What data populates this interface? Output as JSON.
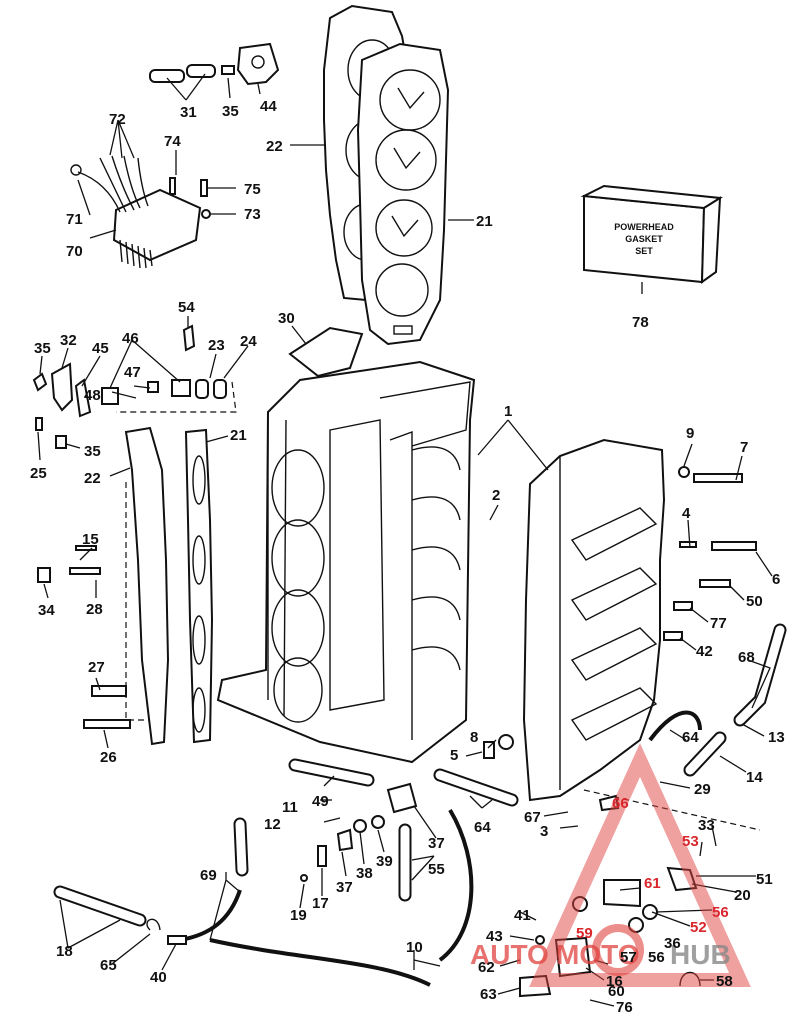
{
  "gasket_set_box": {
    "line1": "POWERHEAD",
    "line2": "GASKET",
    "line3": "SET"
  },
  "watermark": {
    "part1": "AUTO",
    "part2": "MOTO",
    "part3": "HUB"
  },
  "callouts": [
    {
      "id": "1",
      "text": "1"
    },
    {
      "id": "2",
      "text": "2"
    },
    {
      "id": "3",
      "text": "3"
    },
    {
      "id": "4",
      "text": "4"
    },
    {
      "id": "5",
      "text": "5"
    },
    {
      "id": "6",
      "text": "6"
    },
    {
      "id": "7",
      "text": "7"
    },
    {
      "id": "8",
      "text": "8"
    },
    {
      "id": "9",
      "text": "9"
    },
    {
      "id": "10",
      "text": "10"
    },
    {
      "id": "11",
      "text": "11"
    },
    {
      "id": "12",
      "text": "12"
    },
    {
      "id": "13",
      "text": "13"
    },
    {
      "id": "14",
      "text": "14"
    },
    {
      "id": "15",
      "text": "15"
    },
    {
      "id": "16",
      "text": "16"
    },
    {
      "id": "17",
      "text": "17"
    },
    {
      "id": "18",
      "text": "18"
    },
    {
      "id": "19",
      "text": "19"
    },
    {
      "id": "20",
      "text": "20"
    },
    {
      "id": "21a",
      "text": "21"
    },
    {
      "id": "21b",
      "text": "21"
    },
    {
      "id": "22a",
      "text": "22"
    },
    {
      "id": "22b",
      "text": "22"
    },
    {
      "id": "23",
      "text": "23"
    },
    {
      "id": "24",
      "text": "24"
    },
    {
      "id": "25",
      "text": "25"
    },
    {
      "id": "26",
      "text": "26"
    },
    {
      "id": "27",
      "text": "27"
    },
    {
      "id": "28",
      "text": "28"
    },
    {
      "id": "29",
      "text": "29"
    },
    {
      "id": "30",
      "text": "30"
    },
    {
      "id": "31",
      "text": "31"
    },
    {
      "id": "32",
      "text": "32"
    },
    {
      "id": "33",
      "text": "33"
    },
    {
      "id": "34",
      "text": "34"
    },
    {
      "id": "35a",
      "text": "35"
    },
    {
      "id": "35b",
      "text": "35"
    },
    {
      "id": "35c",
      "text": "35"
    },
    {
      "id": "36",
      "text": "36"
    },
    {
      "id": "37a",
      "text": "37"
    },
    {
      "id": "37b",
      "text": "37"
    },
    {
      "id": "38",
      "text": "38"
    },
    {
      "id": "39",
      "text": "39"
    },
    {
      "id": "40",
      "text": "40"
    },
    {
      "id": "41",
      "text": "41"
    },
    {
      "id": "42",
      "text": "42"
    },
    {
      "id": "43",
      "text": "43"
    },
    {
      "id": "44",
      "text": "44"
    },
    {
      "id": "45",
      "text": "45"
    },
    {
      "id": "46",
      "text": "46"
    },
    {
      "id": "47",
      "text": "47"
    },
    {
      "id": "48",
      "text": "48"
    },
    {
      "id": "49",
      "text": "49"
    },
    {
      "id": "50",
      "text": "50"
    },
    {
      "id": "51",
      "text": "51"
    },
    {
      "id": "52",
      "text": "52"
    },
    {
      "id": "53",
      "text": "53"
    },
    {
      "id": "54",
      "text": "54"
    },
    {
      "id": "55",
      "text": "55"
    },
    {
      "id": "56a",
      "text": "56"
    },
    {
      "id": "56b",
      "text": "56"
    },
    {
      "id": "57",
      "text": "57"
    },
    {
      "id": "58",
      "text": "58"
    },
    {
      "id": "59",
      "text": "59"
    },
    {
      "id": "60",
      "text": "60"
    },
    {
      "id": "61",
      "text": "61"
    },
    {
      "id": "62",
      "text": "62"
    },
    {
      "id": "63",
      "text": "63"
    },
    {
      "id": "64a",
      "text": "64"
    },
    {
      "id": "64b",
      "text": "64"
    },
    {
      "id": "65",
      "text": "65"
    },
    {
      "id": "66",
      "text": "66"
    },
    {
      "id": "67",
      "text": "67"
    },
    {
      "id": "68",
      "text": "68"
    },
    {
      "id": "69",
      "text": "69"
    },
    {
      "id": "70",
      "text": "70"
    },
    {
      "id": "71",
      "text": "71"
    },
    {
      "id": "72",
      "text": "72"
    },
    {
      "id": "73",
      "text": "73"
    },
    {
      "id": "74",
      "text": "74"
    },
    {
      "id": "75",
      "text": "75"
    },
    {
      "id": "76",
      "text": "76"
    },
    {
      "id": "77",
      "text": "77"
    },
    {
      "id": "78",
      "text": "78"
    }
  ]
}
